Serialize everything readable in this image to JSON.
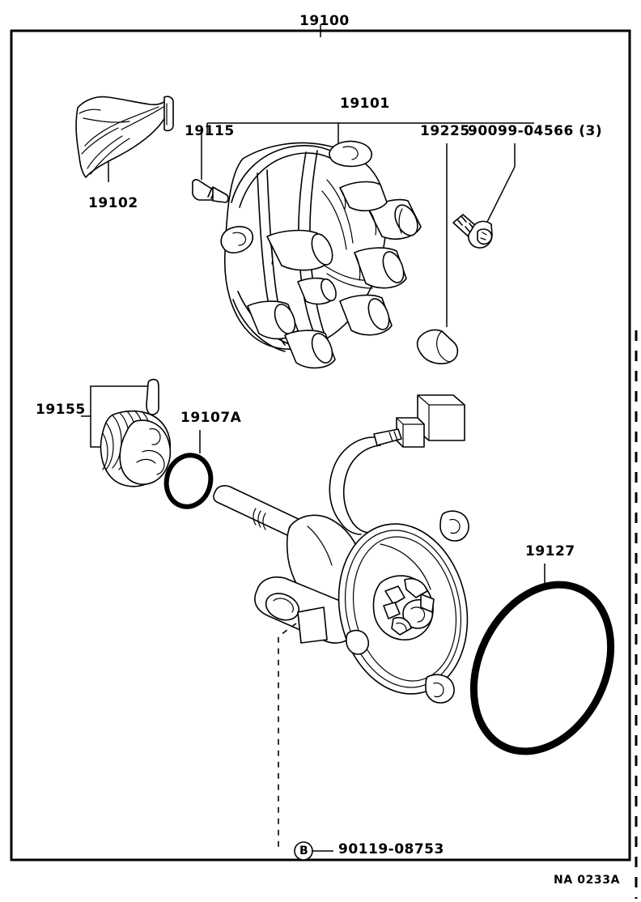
{
  "sheet": {
    "diagram_title": "Distributor assembly exploded parts diagram",
    "corner_code": "NA 0233A",
    "frame_color": "#000000",
    "background_color": "#ffffff",
    "line_color": "#000000"
  },
  "callouts": {
    "assembly": "19100",
    "rotor": "19102",
    "cap": "19101",
    "screw": "19115",
    "boot": "19225",
    "bolt": "90099-04566 (3)",
    "pin_and_gear": "19155",
    "oring_small": "19107A",
    "oring_large": "19127",
    "bottom_bolt": "90119-08753",
    "bottom_bolt_marker": "B"
  },
  "parts": [
    {
      "number": "19100",
      "name": "distributor-assembly"
    },
    {
      "number": "19101",
      "name": "distributor-cap"
    },
    {
      "number": "19102",
      "name": "distributor-rotor"
    },
    {
      "number": "19115",
      "name": "cap-screw"
    },
    {
      "number": "19225",
      "name": "terminal-boot"
    },
    {
      "number": "90099-04566 (3)",
      "name": "flange-bolt"
    },
    {
      "number": "19155",
      "name": "drive-gear-and-pin"
    },
    {
      "number": "19107A",
      "name": "o-ring-small"
    },
    {
      "number": "19127",
      "name": "o-ring-large"
    },
    {
      "number": "90119-08753",
      "name": "stud-bolt"
    }
  ]
}
